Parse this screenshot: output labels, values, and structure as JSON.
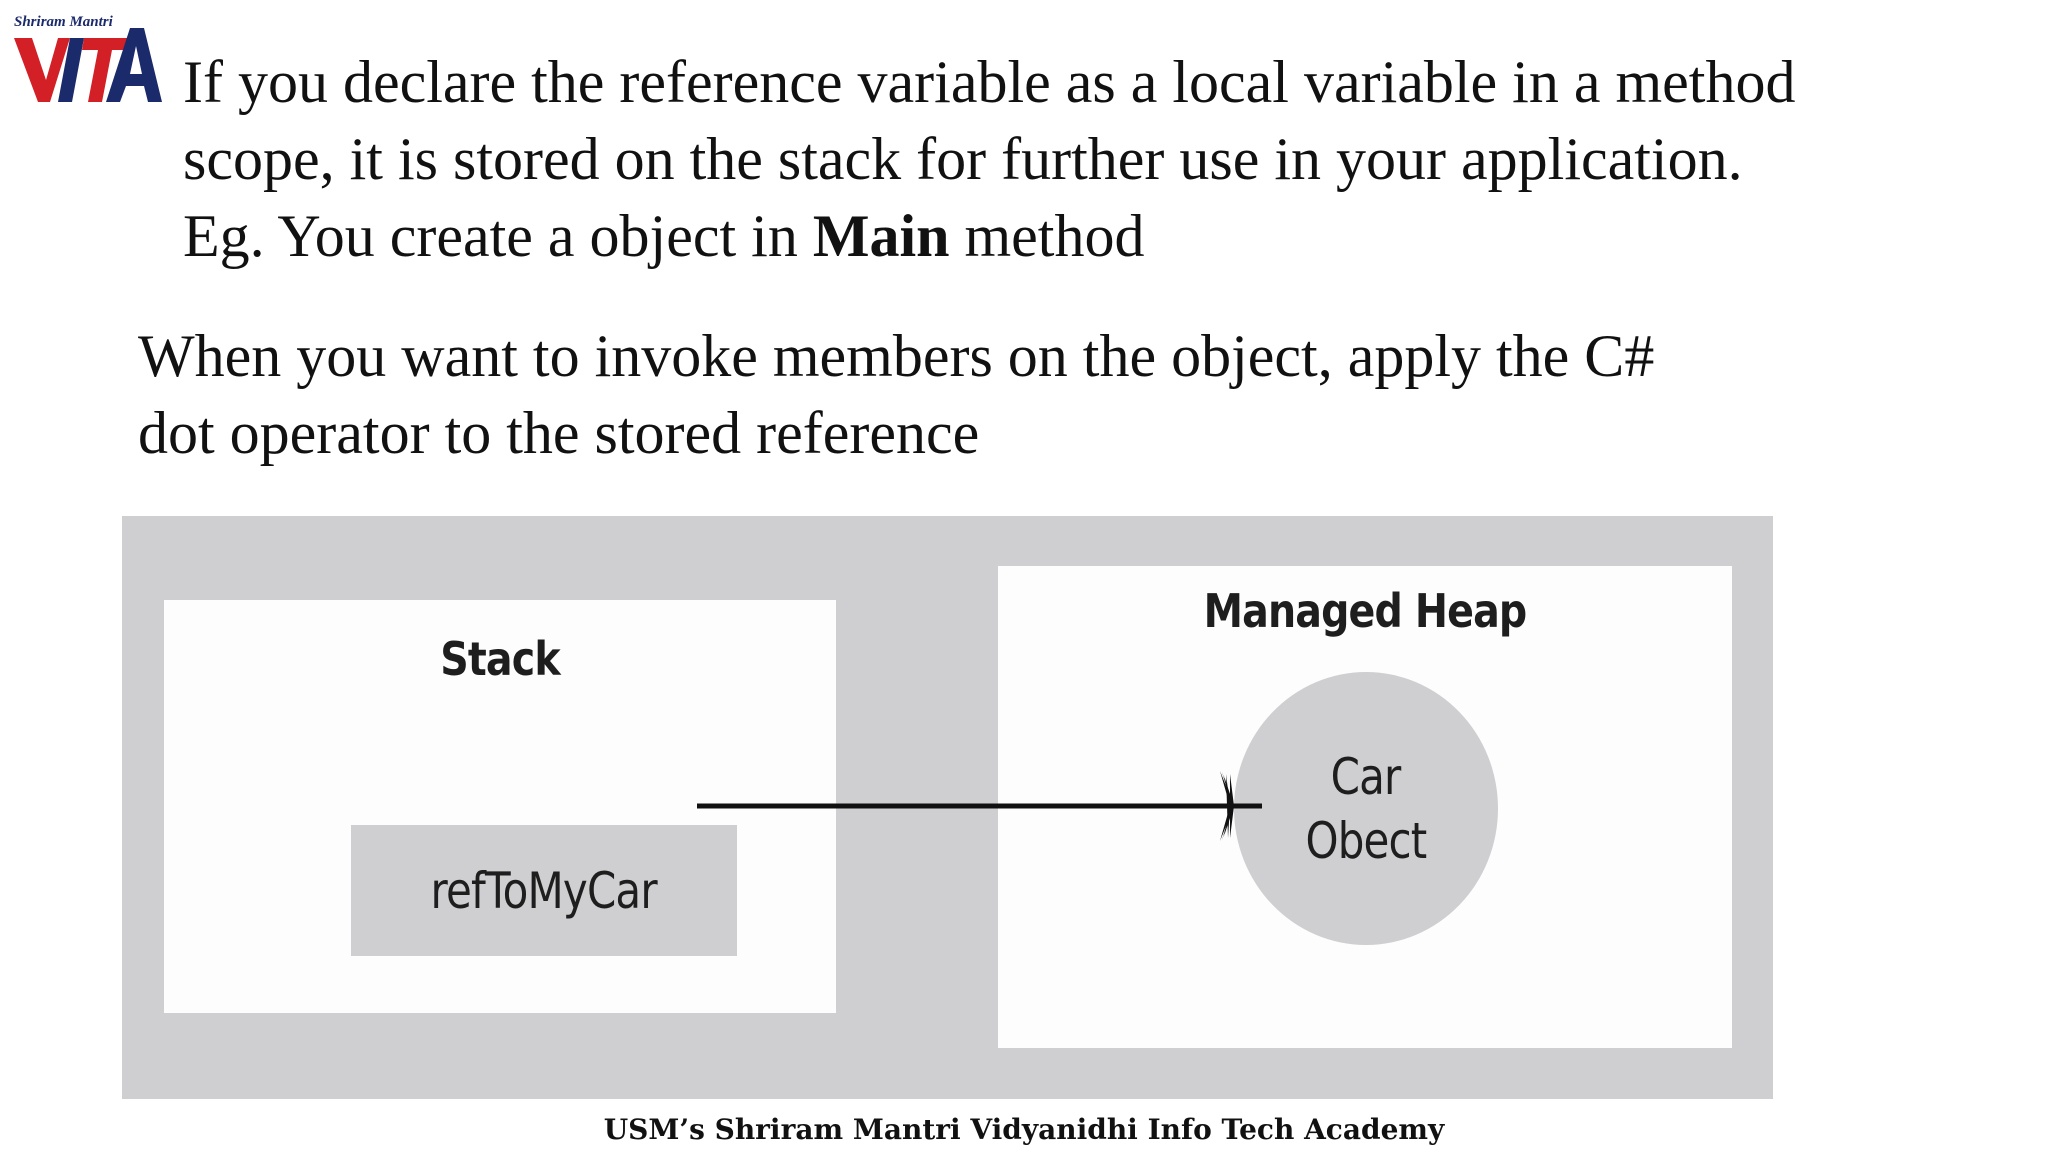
{
  "logo": {
    "tagline": "Shriram Mantri",
    "letters": "VITA",
    "colors": {
      "red": "#d32027",
      "navy": "#1b2a6b"
    }
  },
  "paragraph1": {
    "line1": "If you declare the reference variable as a local variable in a method",
    "line2": "scope, it is stored on the stack for further use in your application.",
    "line3_prefix": "Eg. You create a object in ",
    "line3_bold": "Main",
    "line3_suffix": " method"
  },
  "paragraph2": {
    "line1": "When you want to invoke members on the object, apply the C#",
    "line2": "dot operator to the stored reference"
  },
  "diagram": {
    "stack_title": "Stack",
    "reference_label": "refToMyCar",
    "heap_title": "Managed Heap",
    "object_line1": "Car",
    "object_line2": "Obect",
    "colors": {
      "panel": "#cfced0",
      "box": "#fdfdfe",
      "arrow": "#111111"
    }
  },
  "footer": "USM’s Shriram Mantri Vidyanidhi Info Tech Academy"
}
